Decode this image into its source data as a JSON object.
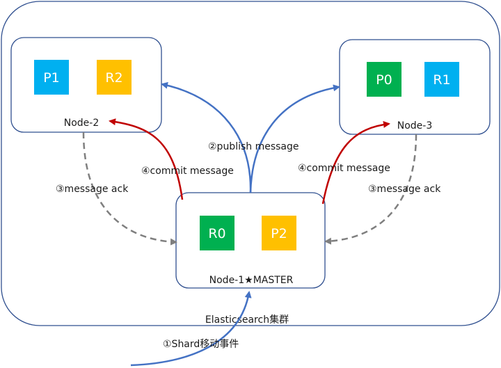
{
  "cluster": {
    "label": "Elasticsearch集群"
  },
  "nodes": [
    {
      "id": "node-2",
      "name": "Node-2",
      "shards": [
        {
          "label": "P1",
          "color": "#00b0f0"
        },
        {
          "label": "R2",
          "color": "#ffc000"
        }
      ]
    },
    {
      "id": "node-3",
      "name": "Node-3",
      "shards": [
        {
          "label": "P0",
          "color": "#00b050"
        },
        {
          "label": "R1",
          "color": "#00b0f0"
        }
      ]
    },
    {
      "id": "node-1",
      "name": "Node-1★MASTER",
      "shards": [
        {
          "label": "R0",
          "color": "#00b050"
        },
        {
          "label": "P2",
          "color": "#ffc000"
        }
      ]
    }
  ],
  "messages": {
    "step1": "①Shard移动事件",
    "step2": "②publish message",
    "step3_left": "③message ack",
    "step3_right": "③message ack",
    "step4_left": "④commit message",
    "step4_right": "④commit message"
  },
  "colors": {
    "publish_arrow": "#4472c4",
    "commit_arrow": "#c00000",
    "ack_arrow": "#7f7f7f",
    "box_border": "#2f4f8f"
  }
}
